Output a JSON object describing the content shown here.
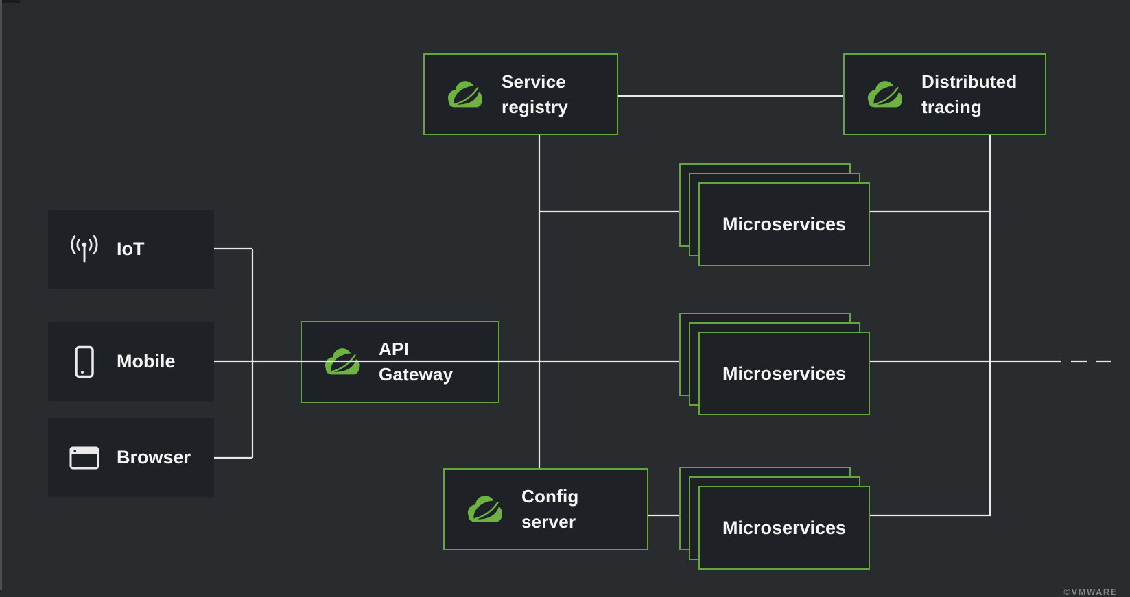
{
  "title": "Spring microservices architecture diagram",
  "colors": {
    "background": "#292c2f",
    "node_fill": "#1e2226",
    "accent_green": "#6db33f",
    "border_green": "#64a63c",
    "wire": "#e9ebeb",
    "text": "#f4f5f5"
  },
  "clients": {
    "iot": {
      "label": "IoT",
      "icon": "broadcast-icon"
    },
    "mobile": {
      "label": "Mobile",
      "icon": "smartphone-icon"
    },
    "browser": {
      "label": "Browser",
      "icon": "browser-window-icon"
    }
  },
  "services": {
    "registry": {
      "line1": "Service",
      "line2": "registry",
      "icon": "spring-logo-icon"
    },
    "tracing": {
      "line1": "Distributed",
      "line2": "tracing",
      "icon": "spring-logo-icon"
    },
    "gateway": {
      "line1": "API",
      "line2": "Gateway",
      "icon": "spring-logo-icon"
    },
    "config": {
      "line1": "Config",
      "line2": "server",
      "icon": "spring-logo-icon"
    }
  },
  "stacks": {
    "top": {
      "label": "Microservices"
    },
    "middle": {
      "label": "Microservices"
    },
    "bottom": {
      "label": "Microservices"
    }
  },
  "watermark": "©VMWARE"
}
